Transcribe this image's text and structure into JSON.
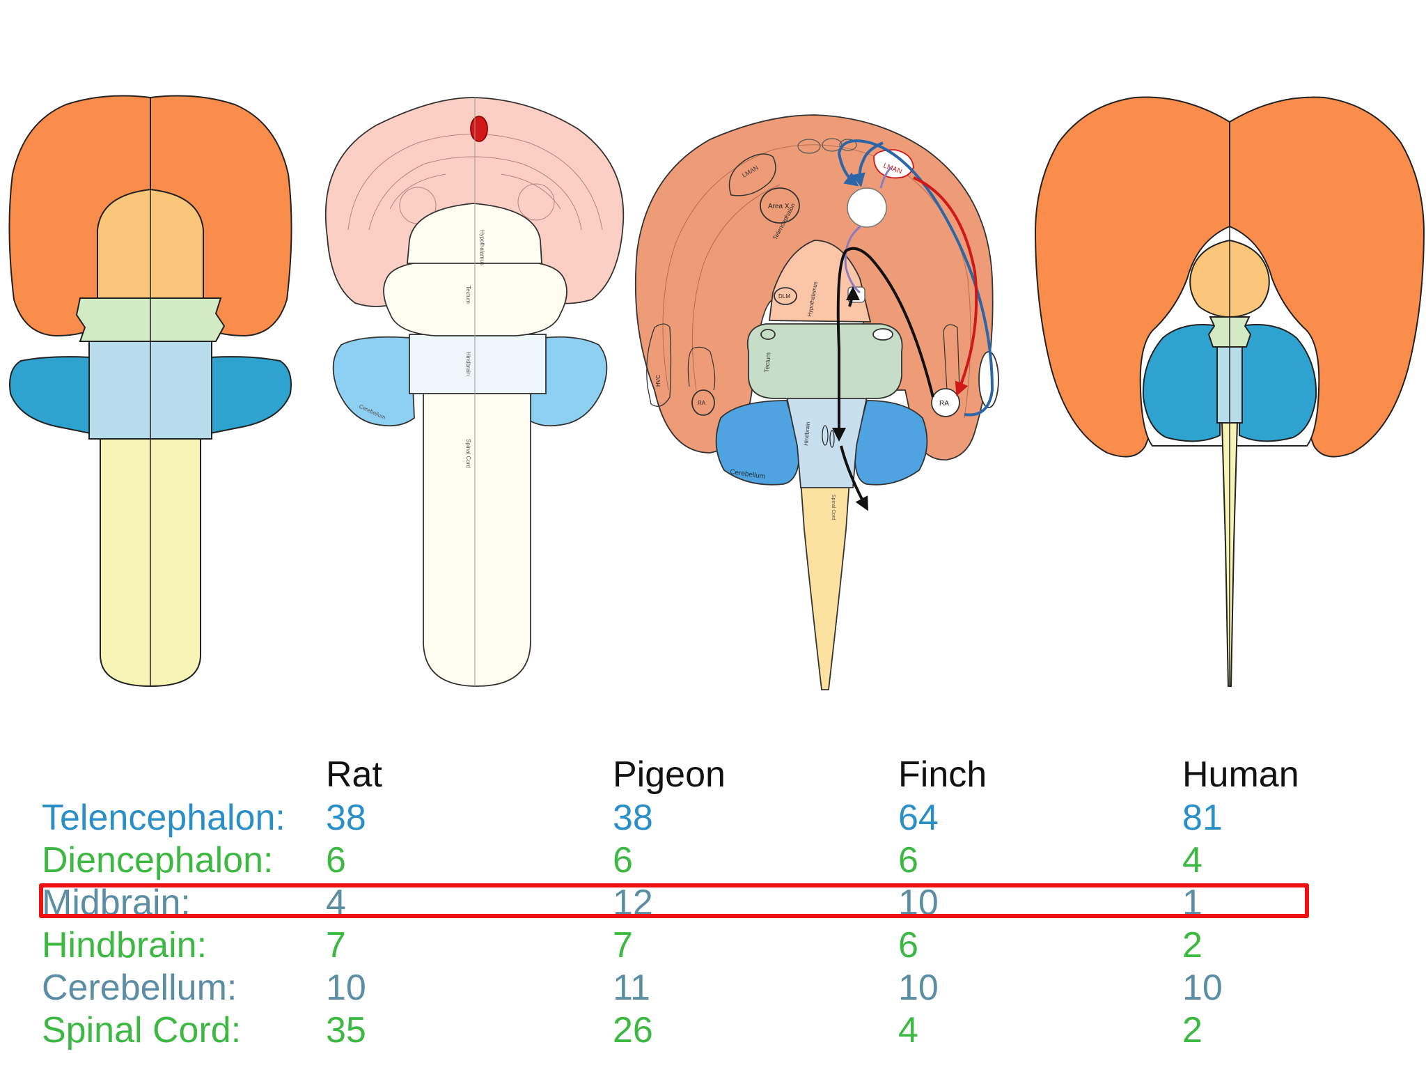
{
  "colors": {
    "telencephalon_label": "#2a8fc7",
    "diencephalon_label": "#3cb843",
    "midbrain_label": "#5b8ea5",
    "hindbrain_label": "#3cb843",
    "cerebellum_label": "#5b8ea5",
    "spinal_cord_label": "#3cb843",
    "highlight_box": "#ee1111",
    "forebrain_orange": "#fa8c4c",
    "diencephalon_fill": "#fbc57a",
    "midbrain_fill": "#d3ebc4",
    "hindbrain_fill": "#b7dcea",
    "cerebellum_fill": "#2fa3cf",
    "spinal_fill": "#f7f5b6"
  },
  "diagram": {
    "finch_labels": {
      "lman": "LMAN",
      "area_x": "Area X",
      "telencephalon": "Telencephalon",
      "dlm": "DLM",
      "hypothalamus": "Hypothalamus",
      "tectum": "Tectum",
      "hvc": "HVC",
      "ra": "RA",
      "ra_output": "RA",
      "cerebellum": "Cerebellum",
      "hindbrain": "Hindbrain",
      "spinal_cord": "Spinal Cord"
    },
    "pigeon_labels": {
      "hypothalamus": "Hypothalamus",
      "tectum": "Tectum",
      "hindbrain": "Hindbrain",
      "spinal_cord": "Spinal Cord",
      "cerebellum": "Cerebellum"
    }
  },
  "table": {
    "columns": [
      "Rat",
      "Pigeon",
      "Finch",
      "Human"
    ],
    "rows": [
      {
        "label": "Telencephalon:",
        "values": [
          "38",
          "38",
          "64",
          "81"
        ]
      },
      {
        "label": "Diencephalon:",
        "values": [
          "6",
          "6",
          "6",
          "4"
        ]
      },
      {
        "label": "Midbrain:",
        "values": [
          "4",
          "12",
          "10",
          "1"
        ],
        "highlighted": true
      },
      {
        "label": "Hindbrain:",
        "values": [
          "7",
          "7",
          "6",
          "2"
        ]
      },
      {
        "label": "Cerebellum:",
        "values": [
          "10",
          "11",
          "10",
          "10"
        ]
      },
      {
        "label": "Spinal Cord:",
        "values": [
          "35",
          "26",
          "4",
          "2"
        ]
      }
    ]
  }
}
